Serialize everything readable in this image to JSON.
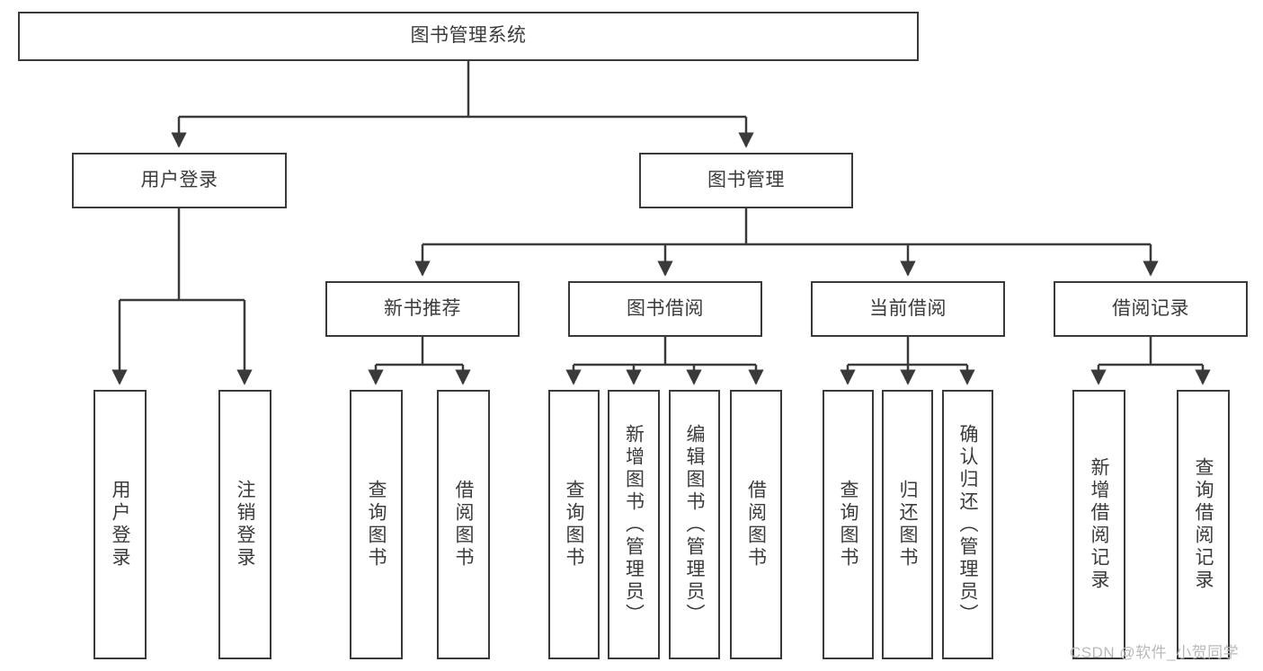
{
  "diagram": {
    "type": "tree",
    "title": "图书管理系统",
    "watermark": "CSDN @软件_小贺同学",
    "colors": {
      "border": "#3a3a3a",
      "text": "#3b3b3b",
      "background": "#ffffff",
      "watermark": "#b9b9b9"
    },
    "nodes": {
      "root": "图书管理系统",
      "level2": [
        "用户登录",
        "图书管理"
      ],
      "level3": [
        "新书推荐",
        "图书借阅",
        "当前借阅",
        "借阅记录"
      ],
      "leaves": {
        "user_login": [
          "用户登录",
          "注销登录"
        ],
        "new_book_rec": [
          "查询图书",
          "借阅图书"
        ],
        "book_borrow": [
          "查询图书",
          "新增图书（管理员）",
          "编辑图书（管理员）",
          "借阅图书"
        ],
        "current_borrow": [
          "查询图书",
          "归还图书",
          "确认归还（管理员）"
        ],
        "borrow_record": [
          "新增借阅记录",
          "查询借阅记录"
        ]
      }
    }
  }
}
